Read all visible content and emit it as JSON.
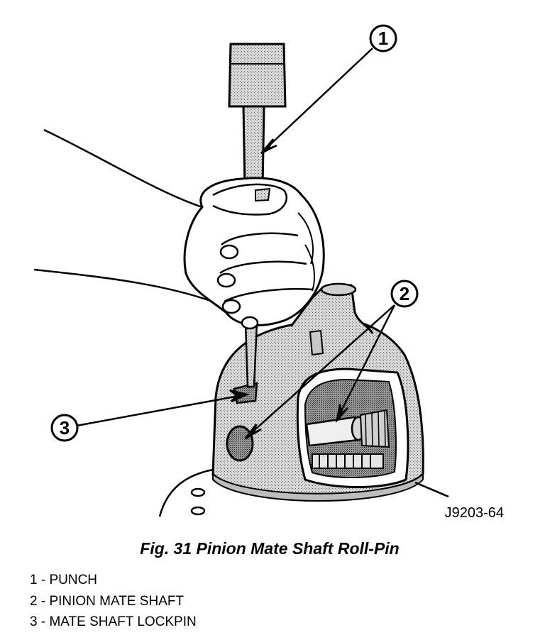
{
  "figure": {
    "drawing_code": "J9203-64",
    "callouts": [
      {
        "number": "1"
      },
      {
        "number": "2"
      },
      {
        "number": "3"
      }
    ],
    "caption": "Fig. 31 Pinion Mate Shaft Roll-Pin",
    "legend": [
      {
        "text": "1 - PUNCH"
      },
      {
        "text": "2 - PINION MATE SHAFT"
      },
      {
        "text": "3 - MATE SHAFT LOCKPIN"
      }
    ]
  },
  "colors": {
    "ink": "#000000",
    "shade": "#b5b5b5",
    "background": "#ffffff"
  }
}
